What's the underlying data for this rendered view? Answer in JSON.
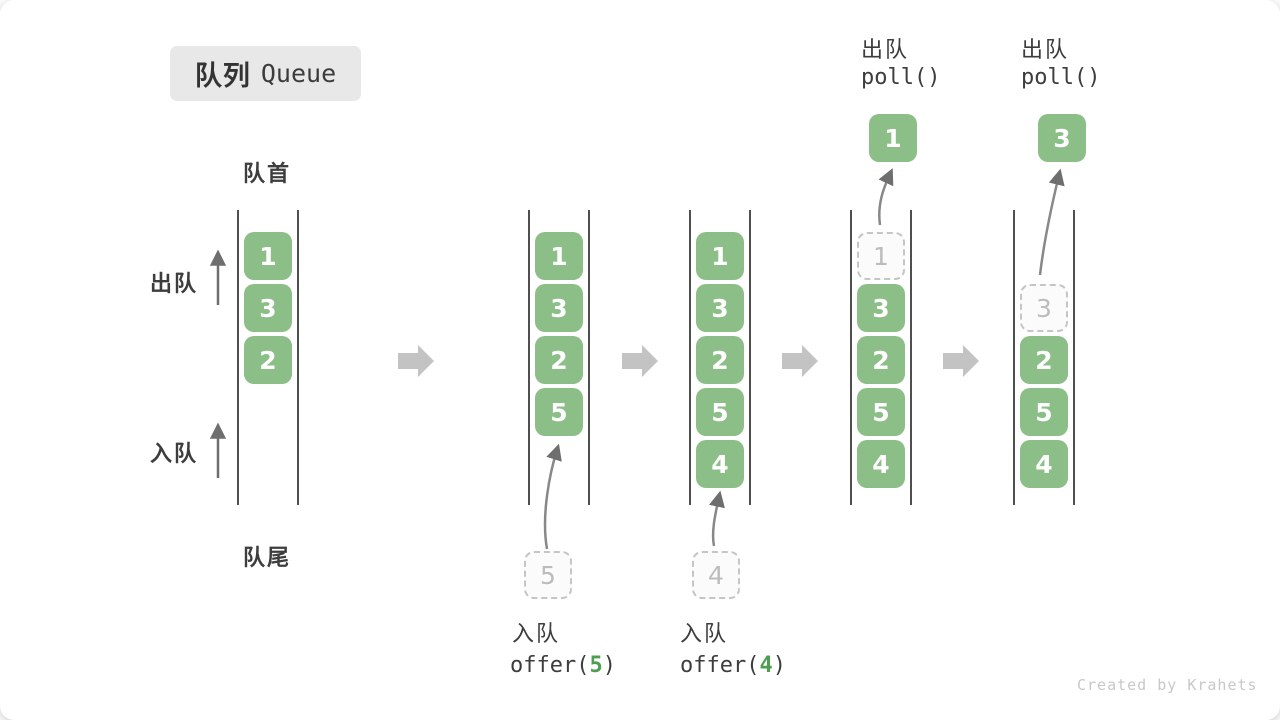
{
  "title_badge": {
    "zh": "队列",
    "en": "Queue"
  },
  "side_labels": {
    "front": "队首",
    "rear": "队尾",
    "dequeue": "出队",
    "enqueue": "入队"
  },
  "queues": [
    {
      "boxes": [
        {
          "v": "1"
        },
        {
          "v": "3"
        },
        {
          "v": "2"
        }
      ]
    },
    {
      "boxes": [
        {
          "v": "1"
        },
        {
          "v": "3"
        },
        {
          "v": "2"
        },
        {
          "v": "5"
        }
      ],
      "staged": {
        "v": "5"
      }
    },
    {
      "boxes": [
        {
          "v": "1"
        },
        {
          "v": "3"
        },
        {
          "v": "2"
        },
        {
          "v": "5"
        },
        {
          "v": "4"
        }
      ],
      "staged": {
        "v": "4"
      }
    },
    {
      "removed": {
        "v": "1"
      },
      "boxes": [
        {
          "v": "3"
        },
        {
          "v": "2"
        },
        {
          "v": "5"
        },
        {
          "v": "4"
        }
      ],
      "polled": {
        "v": "1"
      }
    },
    {
      "removed": {
        "v": "3"
      },
      "boxes": [
        {
          "v": "2"
        },
        {
          "v": "5"
        },
        {
          "v": "4"
        }
      ],
      "polled": {
        "v": "3"
      }
    }
  ],
  "operations": {
    "enqueue_5": {
      "label": "入队",
      "fn_open": "offer(",
      "arg": "5",
      "fn_close": ")"
    },
    "enqueue_4": {
      "label": "入队",
      "fn_open": "offer(",
      "arg": "4",
      "fn_close": ")"
    },
    "dequeue_1": {
      "label": "出队",
      "code": "poll()"
    },
    "dequeue_3": {
      "label": "出队",
      "code": "poll()"
    }
  },
  "watermark": "Created by Krahets",
  "colors": {
    "box_green": "#8CBE87",
    "code_green": "#4D9E50",
    "flow_arrow": "#C3C3C3",
    "line_gray": "#4F4F4F"
  }
}
